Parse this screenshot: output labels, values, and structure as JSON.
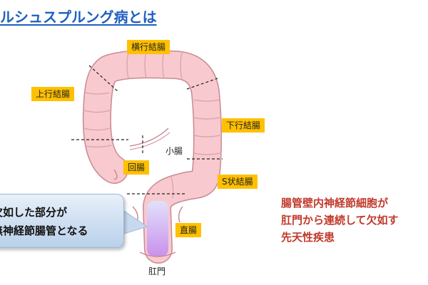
{
  "title": "ルシュスプルング病とは",
  "labels": {
    "transverse_colon": "横行結腸",
    "ascending_colon": "上行結腸",
    "descending_colon": "下行結腸",
    "small_intestine": "小腸",
    "cecum": "回腸",
    "sigmoid_colon": "S状結腸",
    "rectum": "直腸",
    "anus": "肛門"
  },
  "callout": {
    "line1": "欠如した部分が",
    "line2": "無神経節腸管となる"
  },
  "description": {
    "line1": "腸管壁内神経節細胞が",
    "line2": "肛門から連続して欠如す",
    "line3": "先天性疾患"
  },
  "colors": {
    "colon_fill": "#f8c9cf",
    "colon_stroke": "#c98a94",
    "aganglionic_top": "#dfe3ff",
    "aganglionic_bottom": "#c48af0",
    "title": "#1f5fbf",
    "label_bg": "#ffc000",
    "description": "#c0392b"
  }
}
